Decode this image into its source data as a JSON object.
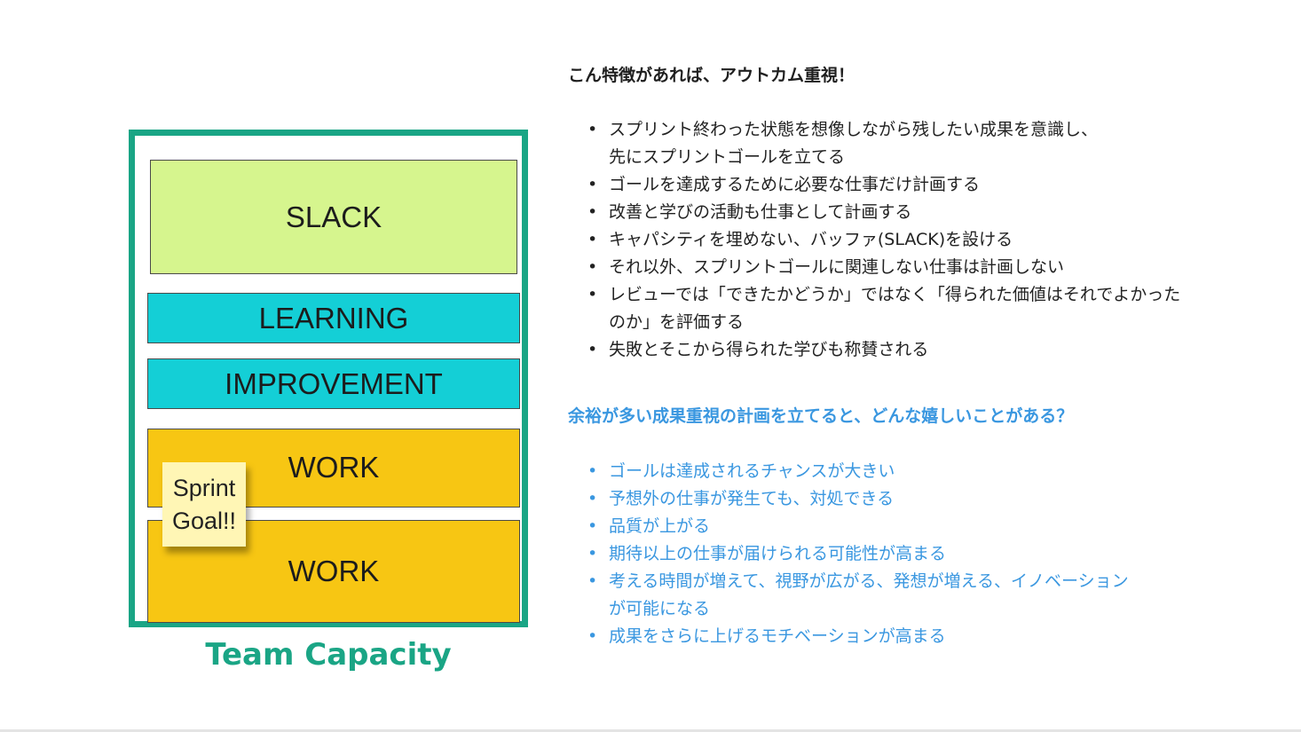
{
  "diagram": {
    "blocks": {
      "slack": "SLACK",
      "learning": "LEARNING",
      "improvement": "IMPROVEMENT",
      "work_top": "WORK",
      "work_bottom": "WORK"
    },
    "sticky_note": {
      "line1": "Sprint",
      "line2": "Goal!!"
    },
    "title": "Team Capacity"
  },
  "colors": {
    "frame": "#1aa585",
    "slack": "#d6f58e",
    "learning": "#14cfd6",
    "improvement": "#14cfd6",
    "work": "#f7c613",
    "sticky": "#fff6b5",
    "title": "#1aa585",
    "highlight_text": "#3a97e0"
  },
  "section1": {
    "heading": "こん特徴があれば、アウトカム重視！",
    "bullet": "•",
    "items": [
      {
        "line1": "スプリント終わった状態を想像しながら残したい成果を意識し、",
        "line2": "先にスプリントゴールを立てる"
      },
      {
        "line1": "ゴールを達成するために必要な仕事だけ計画する"
      },
      {
        "line1": "改善と学びの活動も仕事として計画する"
      },
      {
        "line1": "キャパシティを埋めない、バッファ(SLACK)を設ける"
      },
      {
        "line1": "それ以外、スプリントゴールに関連しない仕事は計画しない"
      },
      {
        "line1": "レビューでは「できたかどうか」ではなく「得られた価値はそれでよかった",
        "line2": "のか」を評価する"
      },
      {
        "line1": "失敗とそこから得られた学びも称賛される"
      }
    ]
  },
  "section2": {
    "heading": "余裕が多い成果重視の計画を立てると、どんな嬉しいことがある？",
    "bullet": "•",
    "items": [
      {
        "line1": "ゴールは達成されるチャンスが大きい"
      },
      {
        "line1": "予想外の仕事が発生ても、対処できる"
      },
      {
        "line1": "品質が上がる"
      },
      {
        "line1": "期待以上の仕事が届けられる可能性が高まる"
      },
      {
        "line1": "考える時間が増えて、視野が広がる、発想が増える、イノベーション",
        "line2": "が可能になる"
      },
      {
        "line1": "成果をさらに上げるモチベーションが高まる"
      }
    ]
  }
}
